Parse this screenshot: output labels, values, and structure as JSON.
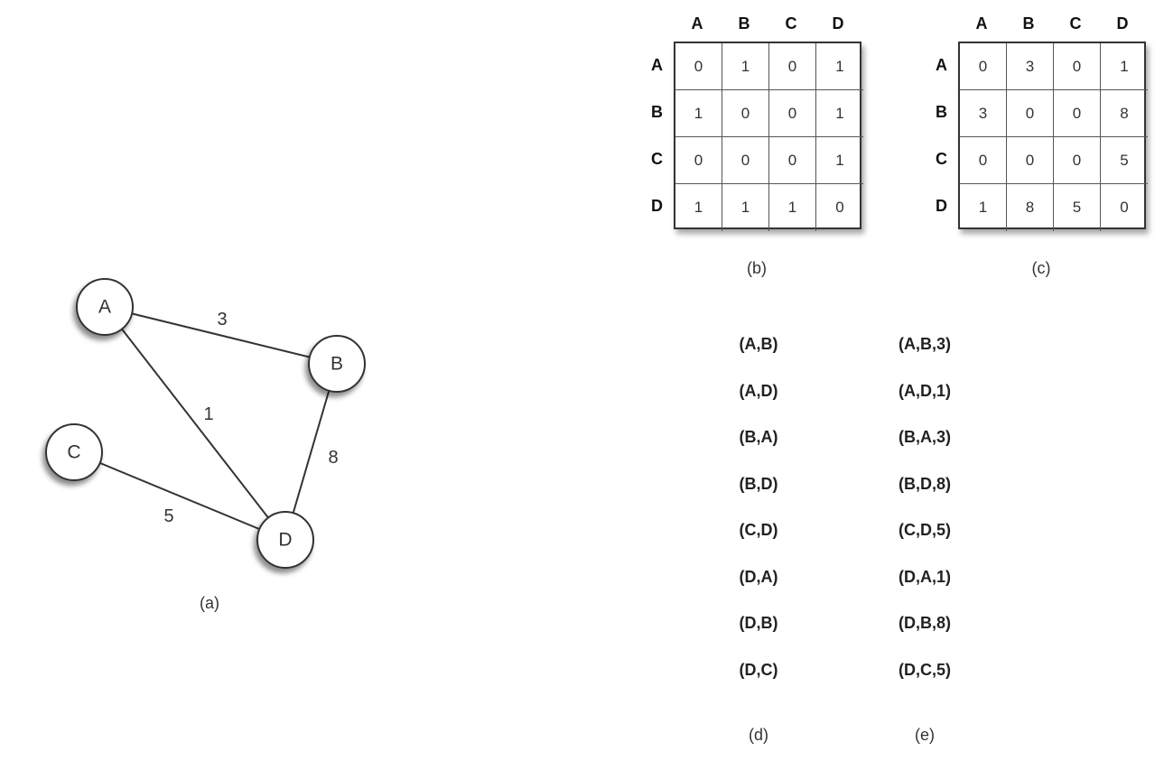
{
  "graph": {
    "nodes": [
      {
        "id": "A",
        "label": "A"
      },
      {
        "id": "B",
        "label": "B"
      },
      {
        "id": "C",
        "label": "C"
      },
      {
        "id": "D",
        "label": "D"
      }
    ],
    "edges": [
      {
        "from": "A",
        "to": "B",
        "weight": "3"
      },
      {
        "from": "A",
        "to": "D",
        "weight": "1"
      },
      {
        "from": "B",
        "to": "D",
        "weight": "8"
      },
      {
        "from": "C",
        "to": "D",
        "weight": "5"
      }
    ],
    "caption": "(a)"
  },
  "matrix_b": {
    "col_headers": [
      "A",
      "B",
      "C",
      "D"
    ],
    "row_headers": [
      "A",
      "B",
      "C",
      "D"
    ],
    "rows": [
      [
        "0",
        "1",
        "0",
        "1"
      ],
      [
        "1",
        "0",
        "0",
        "1"
      ],
      [
        "0",
        "0",
        "0",
        "1"
      ],
      [
        "1",
        "1",
        "1",
        "0"
      ]
    ],
    "caption": "(b)"
  },
  "matrix_c": {
    "col_headers": [
      "A",
      "B",
      "C",
      "D"
    ],
    "row_headers": [
      "A",
      "B",
      "C",
      "D"
    ],
    "rows": [
      [
        "0",
        "3",
        "0",
        "1"
      ],
      [
        "3",
        "0",
        "0",
        "8"
      ],
      [
        "0",
        "0",
        "0",
        "5"
      ],
      [
        "1",
        "8",
        "5",
        "0"
      ]
    ],
    "caption": "(c)"
  },
  "edge_list_d": {
    "items": [
      "(A,B)",
      "(A,D)",
      "(B,A)",
      "(B,D)",
      "(C,D)",
      "(D,A)",
      "(D,B)",
      "(D,C)"
    ],
    "caption": "(d)"
  },
  "edge_list_e": {
    "items": [
      "(A,B,3)",
      "(A,D,1)",
      "(B,A,3)",
      "(B,D,8)",
      "(C,D,5)",
      "(D,A,1)",
      "(D,B,8)",
      "(D,C,5)"
    ],
    "caption": "(e)"
  }
}
